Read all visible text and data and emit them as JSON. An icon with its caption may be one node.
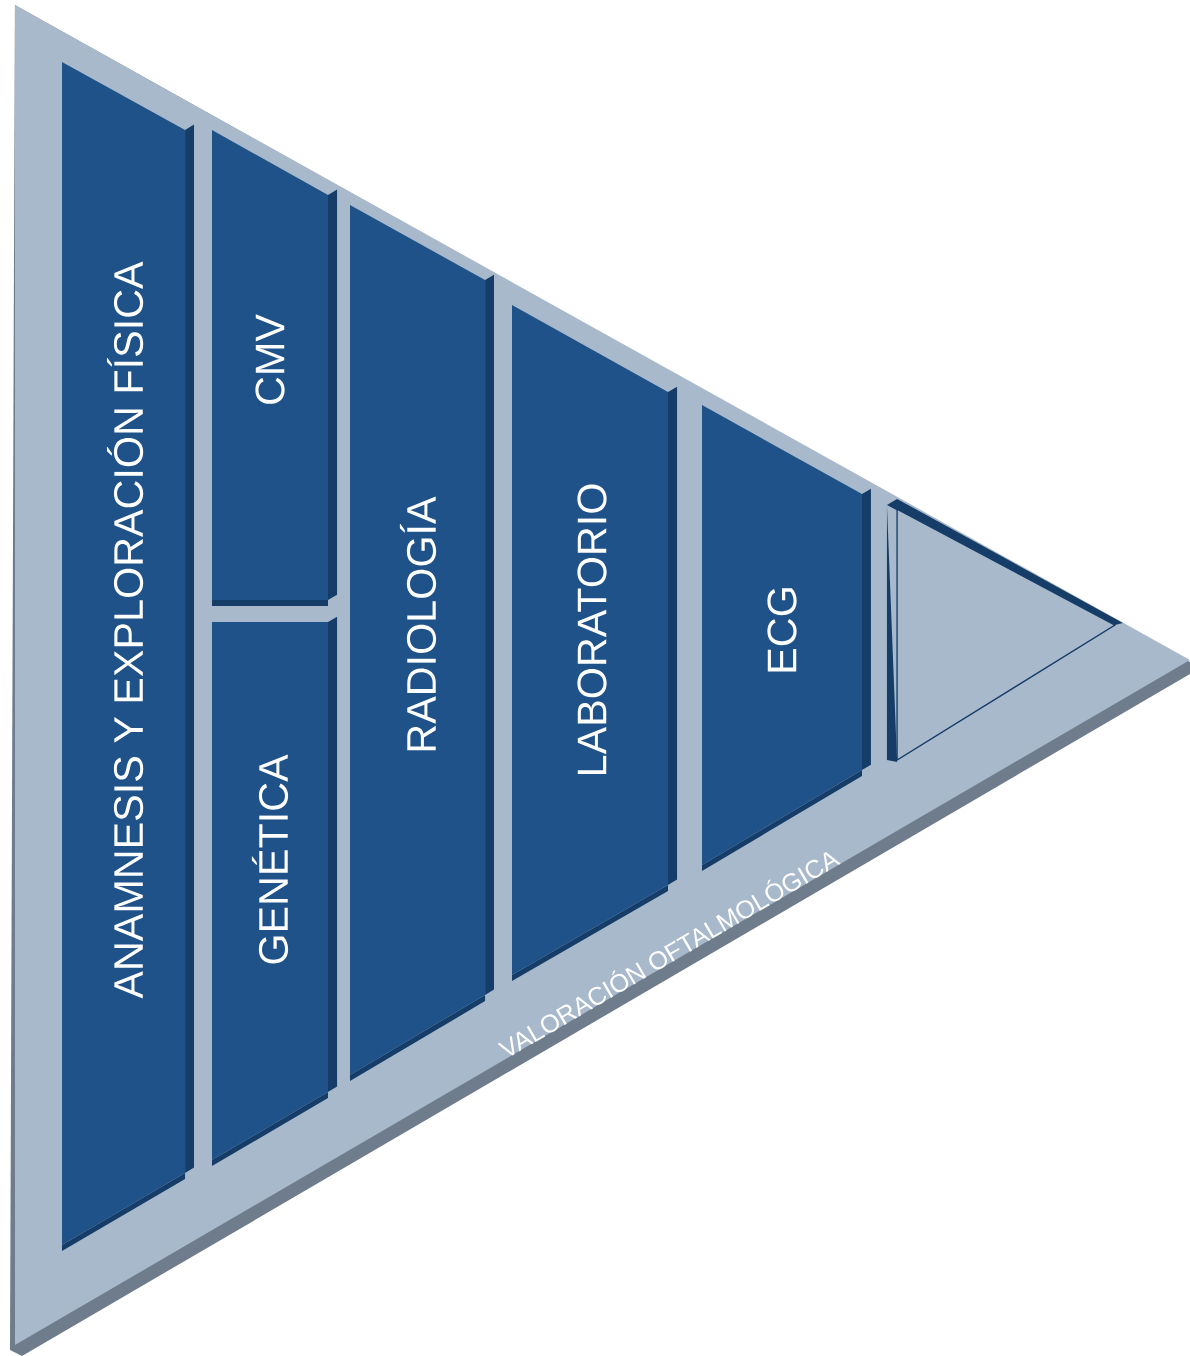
{
  "diagram": {
    "nodes": [
      {
        "text": [
          "VALORACIÓN OFTALMOLÓGICA"
        ]
      },
      {
        "text": [
          "ANAMNESIS Y EXPLORACIÓN FÍSICA"
        ],
        "in": 0
      },
      {
        "text": [
          "CMV"
        ],
        "in": 0
      },
      {
        "text": [
          "GENÉTICA"
        ],
        "in": 0
      },
      {
        "text": [
          "RADIOLOGÍA"
        ],
        "in": 0
      },
      {
        "text": [
          "LABORATORIO"
        ],
        "in": 0
      },
      {
        "text": [
          "ECG"
        ],
        "in": 0
      },
      {
        "text": [],
        "shape": "triangle",
        "in": 0
      }
    ]
  }
}
